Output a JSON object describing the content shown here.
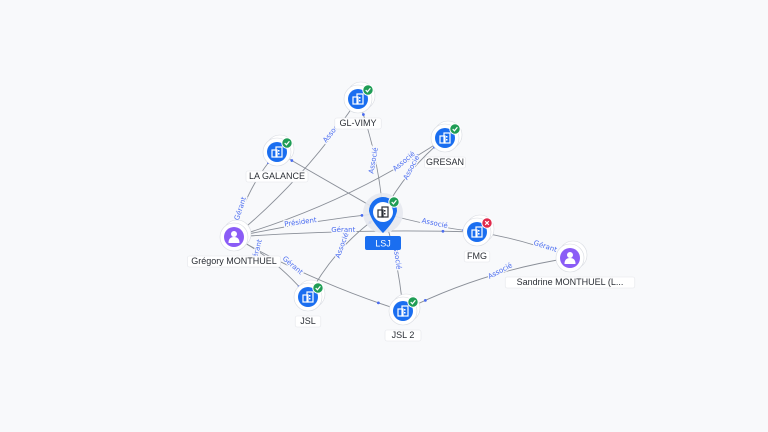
{
  "colors": {
    "company": "#1a6ef0",
    "person": "#8b5cf6",
    "active_badge": "#1f9d55",
    "inactive_badge": "#e0294b",
    "edge": "#8a8f98",
    "edge_label": "#4a6cf0"
  },
  "nodes": [
    {
      "id": "lsj",
      "label": "LSJ",
      "kind": "center",
      "icon": "building-icon",
      "status": "active"
    },
    {
      "id": "glvimy",
      "label": "GL-VIMY",
      "kind": "company",
      "icon": "building-icon",
      "status": "active"
    },
    {
      "id": "gresan",
      "label": "GRESAN",
      "kind": "company",
      "icon": "building-icon",
      "status": "active"
    },
    {
      "id": "lagalance",
      "label": "LA GALANCE",
      "kind": "company",
      "icon": "building-icon",
      "status": "active"
    },
    {
      "id": "gregory",
      "label": "Grégory MONTHUEL",
      "kind": "person",
      "icon": "person-icon"
    },
    {
      "id": "fmg",
      "label": "FMG",
      "kind": "company",
      "icon": "building-icon",
      "status": "inactive"
    },
    {
      "id": "sandrine",
      "label": "Sandrine MONTHUEL (L...",
      "kind": "person",
      "icon": "person-icon"
    },
    {
      "id": "jsl",
      "label": "JSL",
      "kind": "company",
      "icon": "building-icon",
      "status": "active"
    },
    {
      "id": "jsl2",
      "label": "JSL 2",
      "kind": "company",
      "icon": "building-icon",
      "status": "active"
    }
  ],
  "edges": [
    {
      "from": "lsj",
      "to": "glvimy",
      "label": "Associé"
    },
    {
      "from": "lsj",
      "to": "gresan",
      "label": "Associé"
    },
    {
      "from": "lsj",
      "to": "lagalance",
      "label": ""
    },
    {
      "from": "lsj",
      "to": "fmg",
      "label": "Associé"
    },
    {
      "from": "lsj",
      "to": "jsl2",
      "label": "Associé"
    },
    {
      "from": "gregory",
      "to": "lsj",
      "label": "Président"
    },
    {
      "from": "gregory",
      "to": "fmg",
      "label": "Gérant"
    },
    {
      "from": "gregory",
      "to": "lagalance",
      "label": "Gérant"
    },
    {
      "from": "gregory",
      "to": "glvimy",
      "label": "Associé"
    },
    {
      "from": "gregory",
      "to": "gresan",
      "label": "Associé"
    },
    {
      "from": "gregory",
      "to": "jsl",
      "label": "Gérant"
    },
    {
      "from": "gregory",
      "to": "jsl2",
      "label": "Gérant"
    },
    {
      "from": "jsl",
      "to": "lsj",
      "label": "Associé"
    },
    {
      "from": "sandrine",
      "to": "fmg",
      "label": "Gérant"
    },
    {
      "from": "sandrine",
      "to": "jsl2",
      "label": "Associé"
    }
  ]
}
